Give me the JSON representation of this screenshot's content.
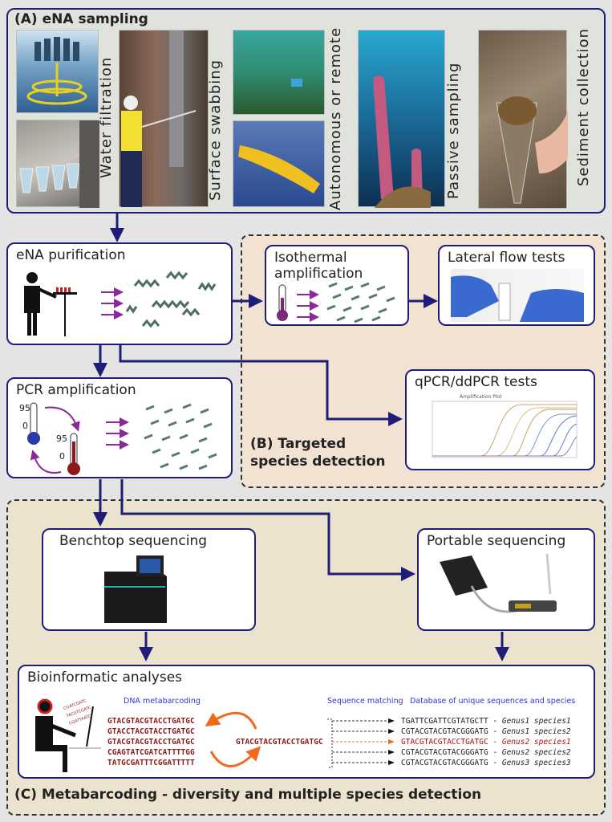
{
  "panel_a": {
    "title": "(A) eNA sampling",
    "methods": [
      "Water filtration",
      "Surface swabbing",
      "Autonomous or remote",
      "Passive sampling",
      "Sediment collection"
    ]
  },
  "purification": {
    "title": "eNA purification"
  },
  "pcr": {
    "title": "PCR amplification",
    "temp_high": "95",
    "temp_low": "0"
  },
  "panel_b": {
    "title_line1": "(B) Targeted",
    "title_line2": "species detection",
    "isothermal_line1": "Isothermal",
    "isothermal_line2": "amplification",
    "lateral": "Lateral flow tests",
    "qpcr": "qPCR/ddPCR tests",
    "plot_title": "Amplification Plot"
  },
  "panel_c": {
    "title": "(C) Metabarcoding - diversity and multiple species detection",
    "benchtop": "Benchtop sequencing",
    "portable": "Portable sequencing",
    "bioinfo": {
      "title": "Bioinformatic analyses",
      "metabarcoding_label": "DNA metabarcoding",
      "matching_label": "Sequence matching",
      "database_label": "Database of unique sequences and species",
      "reads": [
        "GTACGTACGTACCTGATGC",
        "GTACCTACGTACCTGATGC",
        "GTACGTACGTACCTGATGC",
        "CGAGTATCGATCATTTTGG",
        "TATGCGATTTCGGATTTTT"
      ],
      "consensus": "GTACGTACGTACCTGATGC",
      "screen_seqs": [
        "CGATCGATC",
        "TACGTCGATC",
        "CGATTAATC"
      ],
      "database": [
        {
          "seq": "TGATTCGATTCGTATGCTT",
          "species": "Genus1 species1",
          "match": false
        },
        {
          "seq": "CGTACGTACGTACGGGATG",
          "species": "Genus1 species2",
          "match": false
        },
        {
          "seq": "GTACGTACGTACCTGATGC",
          "species": "Genus2 species1",
          "match": true
        },
        {
          "seq": "CGTACGTACGTACGGGATG",
          "species": "Genus2 species2",
          "match": false
        },
        {
          "seq": "CGTACGTACGTACGGGATG",
          "species": "Genus3 species3",
          "match": false
        }
      ]
    }
  },
  "colors": {
    "navy": "#1e1e78",
    "purple": "#8a2a9a",
    "dna": "#5a7a6a",
    "seq_red": "#8b1a1a",
    "orange": "#f06a1a",
    "match_red": "#b01010"
  }
}
